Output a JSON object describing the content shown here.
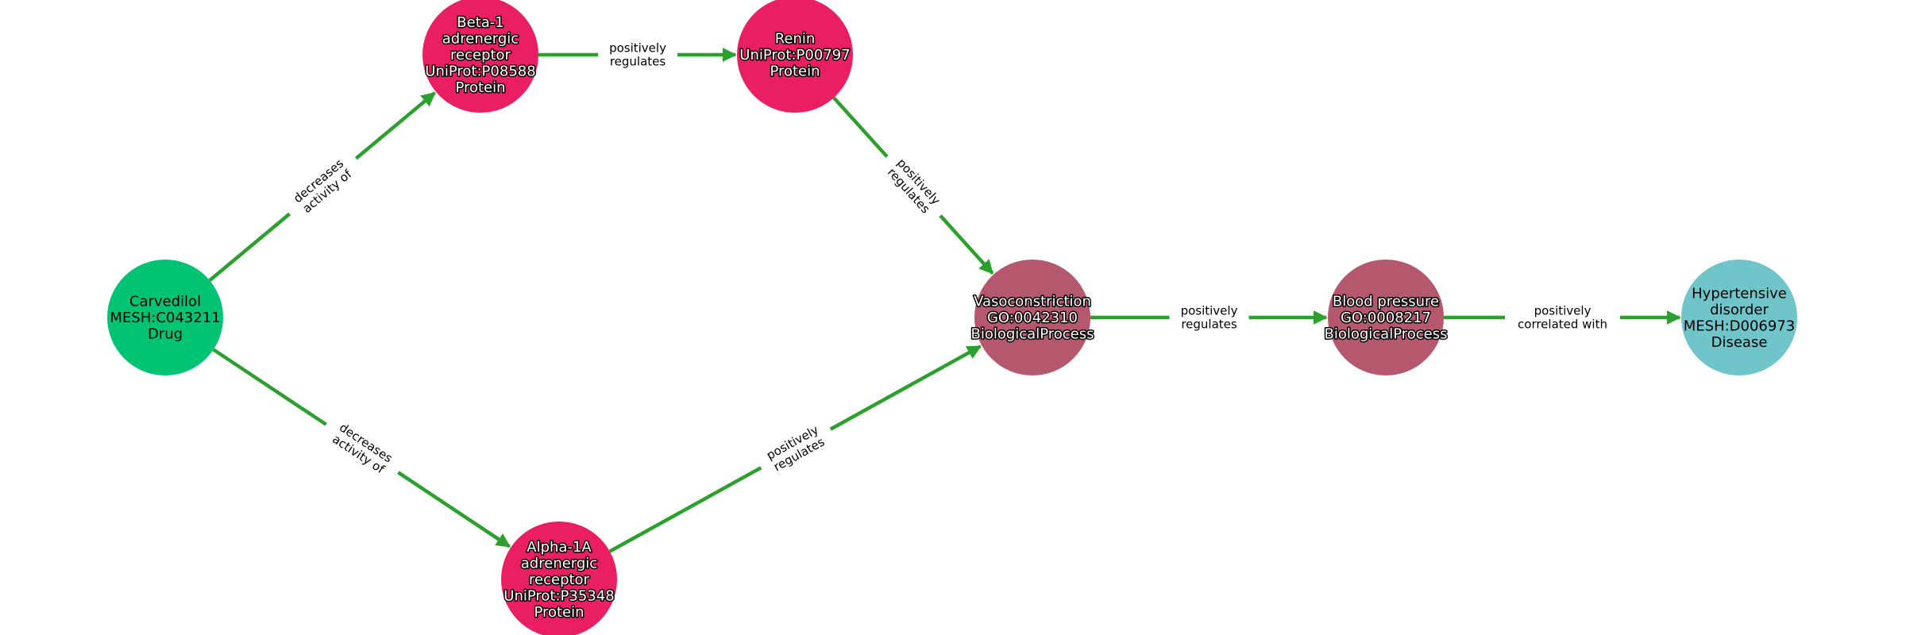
{
  "colors": {
    "Protein": "#e91e63",
    "BiologicalProcess": "#b5586e",
    "Drug": "#00c473",
    "Disease": "#70c5ca",
    "edge": "#2ca02c"
  },
  "nodes": [
    {
      "id": "carvedilol",
      "type": "Drug",
      "lines": [
        "Carvedilol",
        "MESH:C043211",
        "Drug"
      ]
    },
    {
      "id": "beta1",
      "type": "Protein",
      "lines": [
        "Beta-1",
        "adrenergic",
        "receptor",
        "UniProt:P08588",
        "Protein"
      ]
    },
    {
      "id": "renin",
      "type": "Protein",
      "lines": [
        "Renin",
        "UniProt:P00797",
        "Protein"
      ]
    },
    {
      "id": "alpha1a",
      "type": "Protein",
      "lines": [
        "Alpha-1A",
        "adrenergic",
        "receptor",
        "UniProt:P35348",
        "Protein"
      ]
    },
    {
      "id": "vasoconstriction",
      "type": "BiologicalProcess",
      "lines": [
        "Vasoconstriction",
        "GO:0042310",
        "BiologicalProcess"
      ]
    },
    {
      "id": "bloodpressure",
      "type": "BiologicalProcess",
      "lines": [
        "Blood pressure",
        "GO:0008217",
        "BiologicalProcess"
      ]
    },
    {
      "id": "hypertensive",
      "type": "Disease",
      "lines": [
        "Hypertensive",
        "disorder",
        "MESH:D006973",
        "Disease"
      ]
    }
  ],
  "edges": [
    {
      "source": "carvedilol",
      "target": "beta1",
      "lines": [
        "decreases",
        "activity of"
      ]
    },
    {
      "source": "carvedilol",
      "target": "alpha1a",
      "lines": [
        "decreases",
        "activity of"
      ]
    },
    {
      "source": "beta1",
      "target": "renin",
      "lines": [
        "positively",
        "regulates"
      ]
    },
    {
      "source": "renin",
      "target": "vasoconstriction",
      "lines": [
        "positively",
        "regulates"
      ]
    },
    {
      "source": "alpha1a",
      "target": "vasoconstriction",
      "lines": [
        "positively",
        "regulates"
      ]
    },
    {
      "source": "vasoconstriction",
      "target": "bloodpressure",
      "lines": [
        "positively",
        "regulates"
      ]
    },
    {
      "source": "bloodpressure",
      "target": "hypertensive",
      "lines": [
        "positively",
        "correlated with"
      ]
    }
  ]
}
